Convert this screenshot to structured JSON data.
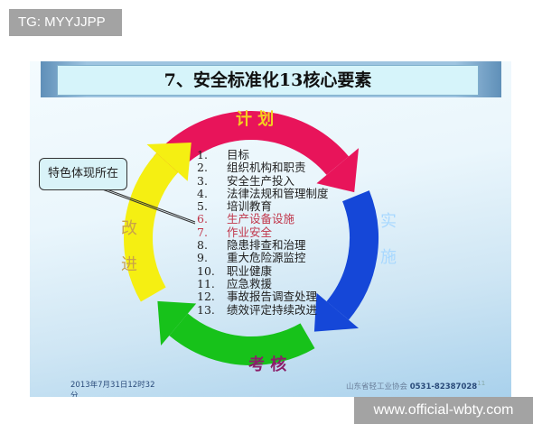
{
  "watermarks": {
    "top_left": "TG: MYYJJPP",
    "bottom_right": "www.official-wbty.com"
  },
  "slide": {
    "title": "7、安全标准化13核心要素",
    "cycle": {
      "plan": "计 划",
      "do": "实施",
      "check": "考 核",
      "act": "改进",
      "colors": {
        "plan": "#e8145a",
        "do": "#1547d8",
        "check": "#17c21a",
        "act": "#f5ef12"
      }
    },
    "callout": "特色体现所在",
    "elements": [
      {
        "num": "1.",
        "text": "目标"
      },
      {
        "num": "2.",
        "text": "组织机构和职责"
      },
      {
        "num": "3.",
        "text": "安全生产投入"
      },
      {
        "num": "4.",
        "text": "法律法规和管理制度"
      },
      {
        "num": "5.",
        "text": "培训教育"
      },
      {
        "num": "6.",
        "text": "生产设备设施",
        "highlight": true
      },
      {
        "num": "7.",
        "text": "作业安全",
        "highlight": true
      },
      {
        "num": "8.",
        "text": "隐患排查和治理"
      },
      {
        "num": "9.",
        "text": "重大危险源监控"
      },
      {
        "num": "10.",
        "text": "职业健康"
      },
      {
        "num": "11.",
        "text": "应急救援"
      },
      {
        "num": "12.",
        "text": "事故报告调查处理"
      },
      {
        "num": "13.",
        "text": "绩效评定持续改进"
      }
    ],
    "footer": {
      "date": "2013年7月31日12时32分",
      "org": "山东省轻工业协会",
      "phone": "0531-82387028",
      "page": "11"
    }
  }
}
